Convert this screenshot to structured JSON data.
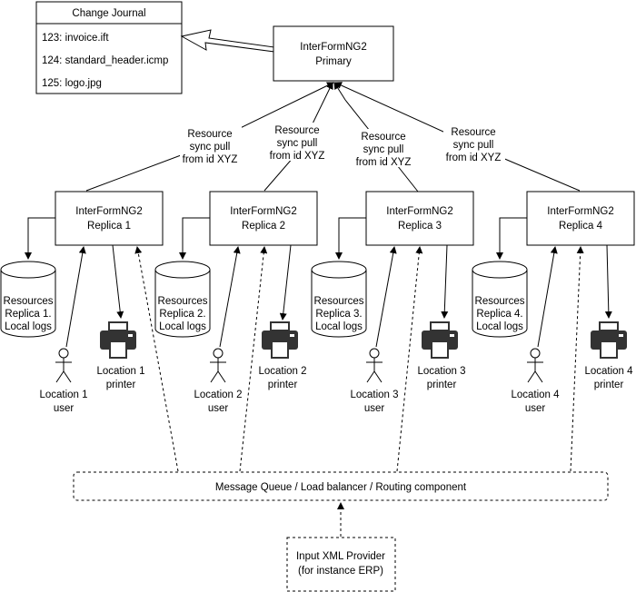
{
  "journal": {
    "title": "Change Journal",
    "entries": [
      "123: invoice.ift",
      "124: standard_header.icmp",
      "125: logo.jpg"
    ]
  },
  "primary": {
    "line1": "InterFormNG2",
    "line2": "Primary"
  },
  "sync_label": {
    "line1": "Resource",
    "line2": "sync pull",
    "line3": "from id XYZ"
  },
  "replicas": [
    {
      "line1": "InterFormNG2",
      "line2": "Replica 1",
      "db": [
        "Resources",
        "Replica 1.",
        "Local logs"
      ],
      "printer": [
        "Location 1",
        "printer"
      ],
      "user": [
        "Location 1",
        "user"
      ]
    },
    {
      "line1": "InterFormNG2",
      "line2": "Replica 2",
      "db": [
        "Resources",
        "Replica 2.",
        "Local logs"
      ],
      "printer": [
        "Location 2",
        "printer"
      ],
      "user": [
        "Location 2",
        "user"
      ]
    },
    {
      "line1": "InterFormNG2",
      "line2": "Replica 3",
      "db": [
        "Resources",
        "Replica 3.",
        "Local logs"
      ],
      "printer": [
        "Location 3",
        "printer"
      ],
      "user": [
        "Location 3",
        "user"
      ]
    },
    {
      "line1": "InterFormNG2",
      "line2": "Replica 4",
      "db": [
        "Resources",
        "Replica 4.",
        "Local logs"
      ],
      "printer": [
        "Location 4",
        "printer"
      ],
      "user": [
        "Location 4",
        "user"
      ]
    }
  ],
  "queue": {
    "label": "Message Queue / Load balancer / Routing component"
  },
  "provider": {
    "line1": "Input XML Provider",
    "line2": "(for instance ERP)"
  }
}
